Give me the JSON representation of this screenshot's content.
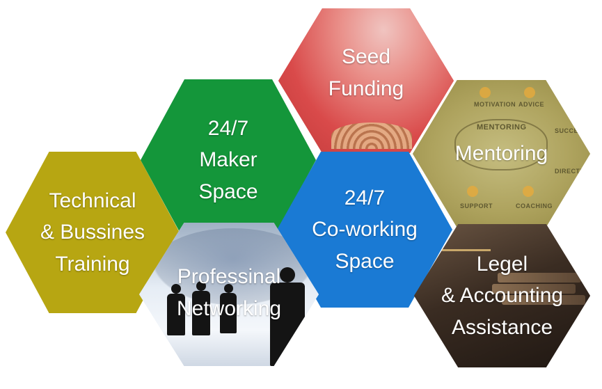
{
  "hexagons": {
    "technical": {
      "lines": [
        "Technical",
        "& Bussines",
        "Training"
      ],
      "color": "#b7a612"
    },
    "maker": {
      "lines": [
        "24/7",
        "Maker",
        "Space"
      ],
      "color": "#14963a"
    },
    "seed": {
      "lines": [
        "Seed",
        "Funding"
      ],
      "color": "#d94a4a"
    },
    "coworking": {
      "lines": [
        "24/7",
        "Co-working",
        "Space"
      ],
      "color": "#1a7ad4"
    },
    "mentoring": {
      "lines": [
        "Mentoring"
      ],
      "color": "#a79d55",
      "background_words": [
        "MOTIVATION",
        "ADVICE",
        "SUCCESS",
        "DIRECTION",
        "SUPPORT",
        "COACHING",
        "MENTORING"
      ]
    },
    "networking": {
      "lines": [
        "Professinal",
        "Networking"
      ],
      "color": "#dfe7f1"
    },
    "legal": {
      "lines": [
        "Legel",
        "& Accounting",
        "Assistance"
      ],
      "color": "#3b2d23"
    }
  }
}
